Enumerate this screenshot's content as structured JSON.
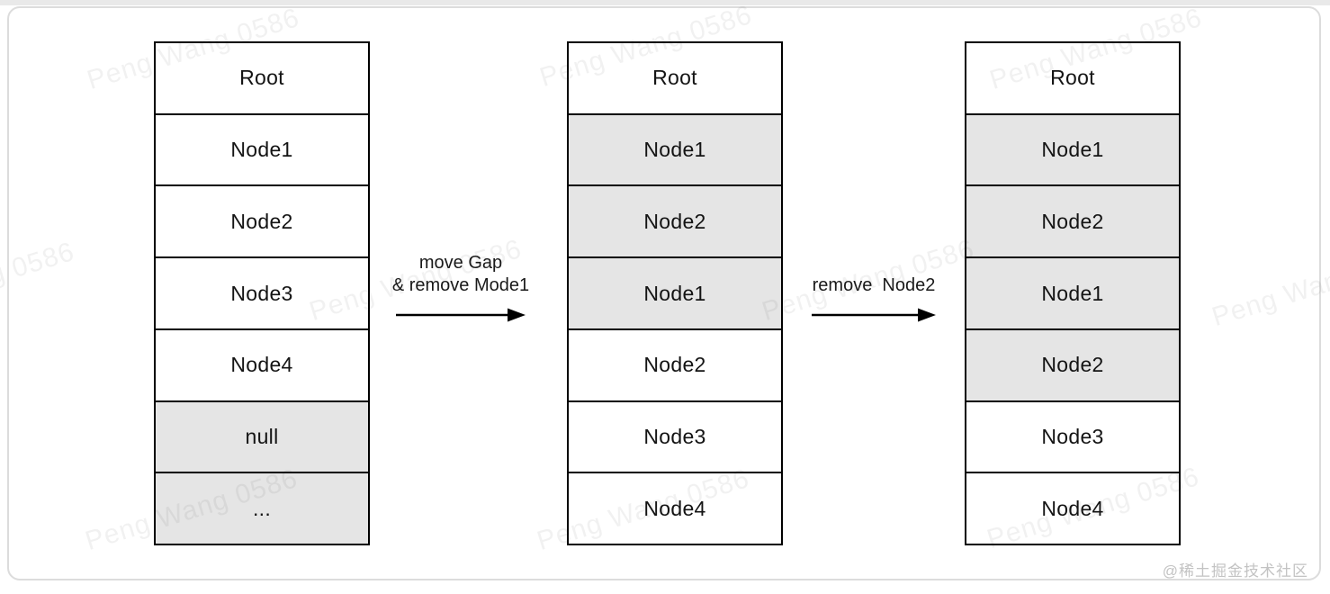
{
  "diagram": {
    "columns": [
      {
        "name": "stage-initial",
        "cells": [
          {
            "label": "Root",
            "shaded": false
          },
          {
            "label": "Node1",
            "shaded": false
          },
          {
            "label": "Node2",
            "shaded": false
          },
          {
            "label": "Node3",
            "shaded": false
          },
          {
            "label": "Node4",
            "shaded": false
          },
          {
            "label": "null",
            "shaded": true
          },
          {
            "label": "...",
            "shaded": true
          }
        ]
      },
      {
        "name": "stage-after-move-gap",
        "cells": [
          {
            "label": "Root",
            "shaded": false
          },
          {
            "label": "Node1",
            "shaded": true
          },
          {
            "label": "Node2",
            "shaded": true
          },
          {
            "label": "Node1",
            "shaded": true
          },
          {
            "label": "Node2",
            "shaded": false
          },
          {
            "label": "Node3",
            "shaded": false
          },
          {
            "label": "Node4",
            "shaded": false
          }
        ]
      },
      {
        "name": "stage-after-remove-node2",
        "cells": [
          {
            "label": "Root",
            "shaded": false
          },
          {
            "label": "Node1",
            "shaded": true
          },
          {
            "label": "Node2",
            "shaded": true
          },
          {
            "label": "Node1",
            "shaded": true
          },
          {
            "label": "Node2",
            "shaded": true
          },
          {
            "label": "Node3",
            "shaded": false
          },
          {
            "label": "Node4",
            "shaded": false
          }
        ]
      }
    ],
    "arrows": [
      {
        "line1": "move Gap",
        "line2": "& remove Mode1"
      },
      {
        "line1": "remove  Node2"
      }
    ]
  },
  "watermark": {
    "text": "Peng Wang 0586",
    "rotation_deg": -17,
    "positions": [
      [
        215,
        55
      ],
      [
        718,
        52
      ],
      [
        1218,
        55
      ],
      [
        -35,
        315
      ],
      [
        462,
        312
      ],
      [
        965,
        312
      ],
      [
        1465,
        318
      ],
      [
        213,
        567
      ],
      [
        715,
        567
      ],
      [
        1215,
        565
      ]
    ]
  },
  "badge": {
    "text": "@稀土掘金技术社区"
  },
  "colors": {
    "cell_shaded": "#e5e5e5",
    "cell_plain": "#ffffff",
    "line": "#000000",
    "watermark": "rgba(0,0,0,0.055)"
  }
}
